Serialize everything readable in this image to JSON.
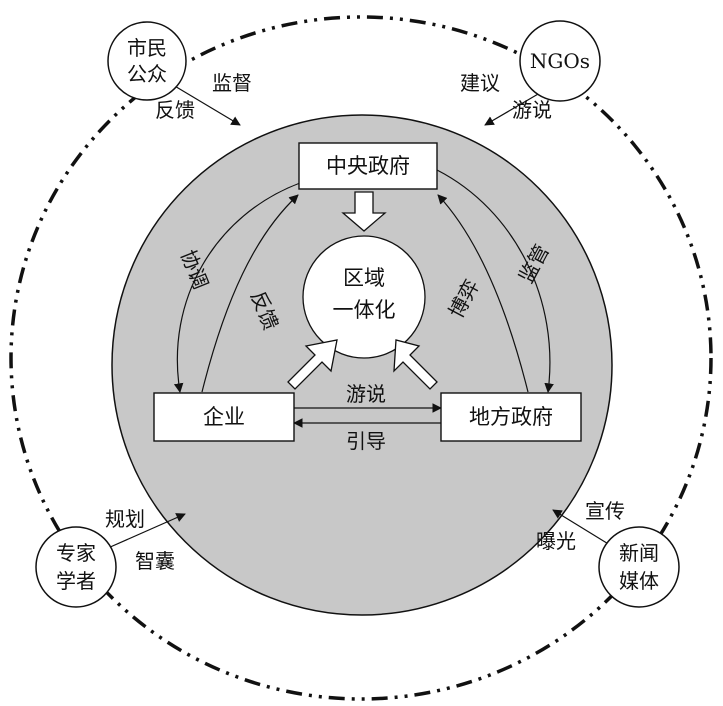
{
  "diagram": {
    "center": {
      "line1": "区域",
      "line2": "一体化"
    },
    "boxes": {
      "central": "中央政府",
      "enterprise": "企业",
      "local": "地方政府"
    },
    "inner_labels": {
      "coordinate": "协调",
      "feedback": "反馈",
      "game": "博弈",
      "supervise": "监管",
      "lobby": "游说",
      "guide": "引导"
    },
    "outer_nodes": {
      "citizens": {
        "line1": "市民",
        "line2": "公众"
      },
      "ngos": {
        "line1": "NGOs"
      },
      "experts": {
        "line1": "专家",
        "line2": "学者"
      },
      "media": {
        "line1": "新闻",
        "line2": "媒体"
      }
    },
    "outer_labels": {
      "citizens_supervise": "监督",
      "citizens_feedback": "反馈",
      "ngos_suggest": "建议",
      "ngos_lobby": "游说",
      "experts_plan": "规划",
      "experts_think": "智囊",
      "media_promote": "宣传",
      "media_expose": "曝光"
    },
    "colors": {
      "disk": "#c8c8c8",
      "stroke": "#111111",
      "box_fill": "#ffffff"
    }
  }
}
